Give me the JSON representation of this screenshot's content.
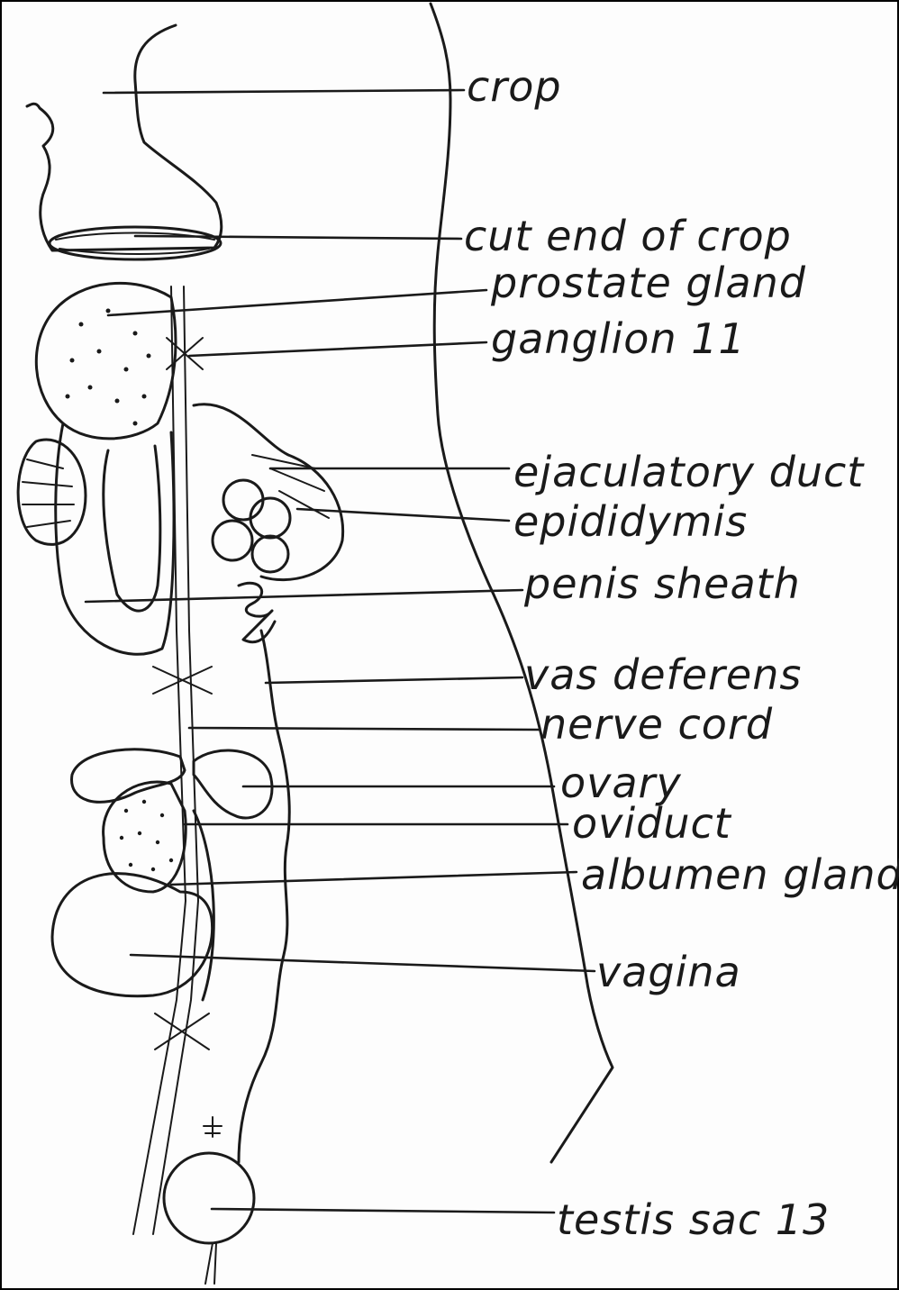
{
  "diagram": {
    "labels": [
      {
        "key": "crop",
        "text": "crop"
      },
      {
        "key": "cut-end-of-crop",
        "text": "cut end of crop"
      },
      {
        "key": "prostate-gland",
        "text": "prostate gland"
      },
      {
        "key": "ganglion",
        "text": "ganglion 11"
      },
      {
        "key": "ejaculatory-duct",
        "text": "ejaculatory duct"
      },
      {
        "key": "epididymis",
        "text": "epididymis"
      },
      {
        "key": "penis-sheath",
        "text": "penis sheath"
      },
      {
        "key": "vas-deferens",
        "text": "vas deferens"
      },
      {
        "key": "nerve-cord",
        "text": "nerve cord"
      },
      {
        "key": "ovary",
        "text": "ovary"
      },
      {
        "key": "oviduct",
        "text": "oviduct"
      },
      {
        "key": "albumen-gland",
        "text": "albumen gland"
      },
      {
        "key": "vagina",
        "text": "vagina"
      },
      {
        "key": "testis-sac",
        "text": "testis sac 13"
      }
    ]
  }
}
